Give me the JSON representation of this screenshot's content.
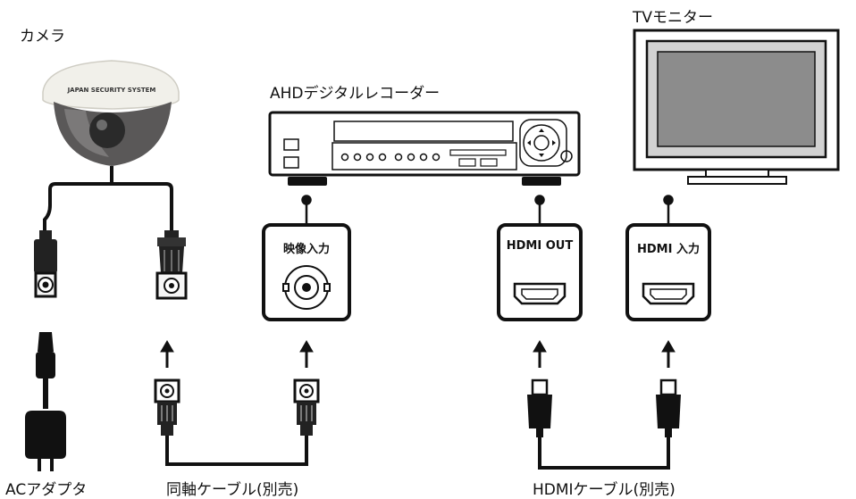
{
  "labels": {
    "camera": "カメラ",
    "recorder": "AHDデジタルレコーダー",
    "tv": "TVモニター",
    "ac_adapter": "ACアダプタ",
    "coax_cable": "同軸ケーブル(別売)",
    "hdmi_cable": "HDMIケーブル(別売)",
    "camera_brand": "JAPAN SECURITY SYSTEM"
  },
  "ports": {
    "video_in": "映像入力",
    "hdmi_out": "HDMI OUT",
    "hdmi_in": "HDMI 入力"
  }
}
